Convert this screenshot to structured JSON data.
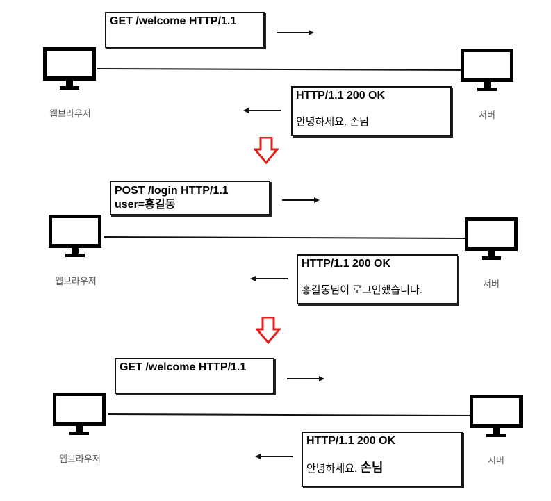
{
  "panels": [
    {
      "request_lines": [
        "GET /welcome HTTP/1.1"
      ],
      "response_status": "HTTP/1.1 200 OK",
      "response_body": "안녕하세요. 손님",
      "response_body_prefix": "",
      "response_body_emphasis": "",
      "client_label": "웹브라우저",
      "server_label": "서버"
    },
    {
      "request_lines": [
        "POST /login HTTP/1.1",
        "user=홍길동"
      ],
      "response_status": "HTTP/1.1 200 OK",
      "response_body": "홍길동님이 로그인했습니다.",
      "response_body_prefix": "",
      "response_body_emphasis": "",
      "client_label": "웹브라우저",
      "server_label": "서버"
    },
    {
      "request_lines": [
        "GET /welcome HTTP/1.1"
      ],
      "response_status": "HTTP/1.1 200 OK",
      "response_body": "",
      "response_body_prefix": "안녕하세요. ",
      "response_body_emphasis": "손님",
      "client_label": "웹브라우저",
      "server_label": "서버"
    }
  ],
  "colors": {
    "down_arrow": "#e0201c",
    "line": "#111111"
  },
  "icons": {
    "client": "monitor-icon",
    "server": "monitor-icon",
    "transition": "down-arrow-icon"
  }
}
